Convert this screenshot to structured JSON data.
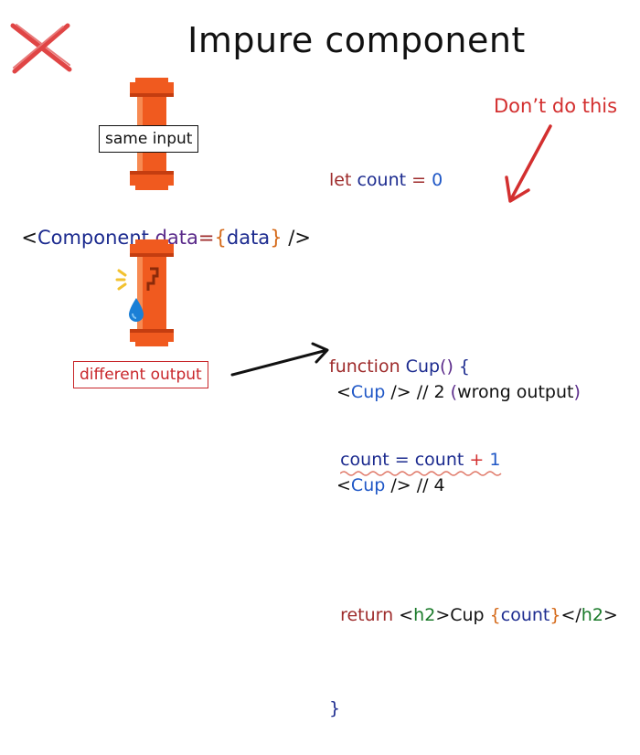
{
  "title": "Impure component",
  "labels": {
    "same_input": "same input",
    "different_output": "different output",
    "warning": "Don’t do this"
  },
  "component_jsx": {
    "open": "<",
    "name": "Component",
    "attr": "data",
    "eq": "=",
    "brace_open": "{",
    "value": "data",
    "brace_close": "}",
    "close": " />"
  },
  "code": {
    "line1": {
      "kw": "let",
      "var": "count",
      "op": "=",
      "num": "0"
    },
    "line2": {
      "kw": "function",
      "name": "Cup",
      "paren": "()",
      "brace": "{"
    },
    "line3": {
      "lhs": "count",
      "op": "=",
      "rhs": "count",
      "plus": "+",
      "num": "1"
    },
    "line4": {
      "kw": "return",
      "lt": "<",
      "tag": "h2",
      "gt": ">",
      "text": "Cup ",
      "bo": "{",
      "expr": "count",
      "bc": "}",
      "close_lt": "</",
      "close_tag": "h2",
      "close_gt": ">"
    },
    "line5": {
      "brace": "}"
    }
  },
  "outputs": [
    {
      "lt": "<",
      "name": "Cup",
      "rest": " /> // 2 ",
      "note_open": "(",
      "note": "wrong output",
      "note_close": ")"
    },
    {
      "lt": "<",
      "name": "Cup",
      "rest": " /> // 4"
    }
  ],
  "icons": [
    "cross-icon",
    "pipe-icon",
    "broken-pipe-icon",
    "water-drop-icon",
    "arrow-icon"
  ],
  "colors": {
    "pipe": "#f05a1f",
    "pipe_dark": "#c43d10",
    "warning": "#d32f2f",
    "cross": "#e04545",
    "drop": "#1a7fd6"
  }
}
